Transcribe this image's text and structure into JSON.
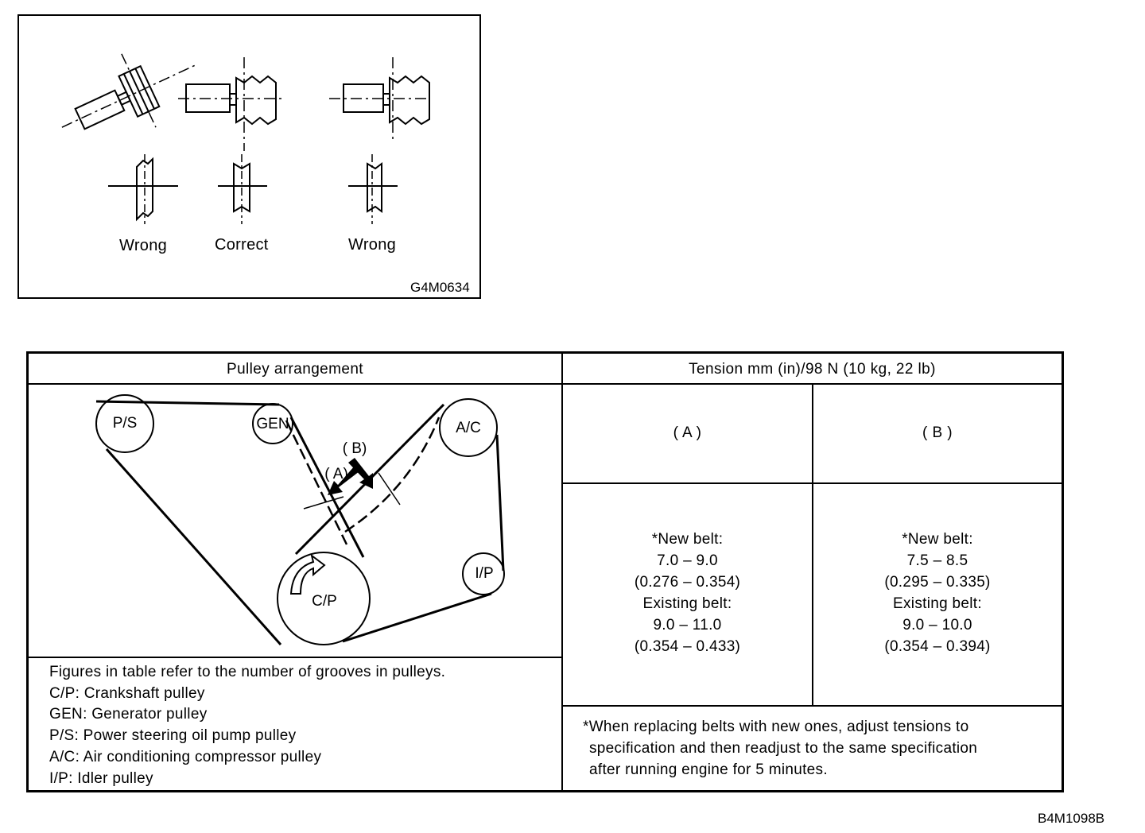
{
  "top_figure": {
    "labels": [
      "Wrong",
      "Correct",
      "Wrong"
    ],
    "code": "G4M0634"
  },
  "table": {
    "header_left": "Pulley arrangement",
    "header_right": "Tension mm (in)/98 N (10 kg, 22 lb)",
    "col_a": "( A )",
    "col_b": "( B )",
    "spec_a": [
      "*New belt:",
      "7.0 – 9.0",
      "(0.276 – 0.354)",
      "Existing belt:",
      "9.0 – 11.0",
      "(0.354 – 0.433)"
    ],
    "spec_b": [
      "*New belt:",
      "7.5 – 8.5",
      "(0.295 – 0.335)",
      "Existing belt:",
      "9.0 – 10.0",
      "(0.354 – 0.394)"
    ],
    "legend": [
      "Figures in table refer to the number of grooves in pulleys.",
      "C/P: Crankshaft pulley",
      "GEN: Generator pulley",
      "P/S: Power steering oil pump pulley",
      "A/C: Air conditioning compressor pulley",
      "I/P: Idler pulley"
    ],
    "note": [
      "*When replacing belts with new ones, adjust tensions to",
      " specification and then readjust to the same specification",
      " after running engine for 5 minutes."
    ]
  },
  "pulleys": {
    "ps": "P/S",
    "gen": "GEN",
    "ac": "A/C",
    "ip": "I/P",
    "cp": "C/P",
    "arrow_a": "( A)",
    "arrow_b": "( B)"
  },
  "footer_code": "B4M1098B"
}
